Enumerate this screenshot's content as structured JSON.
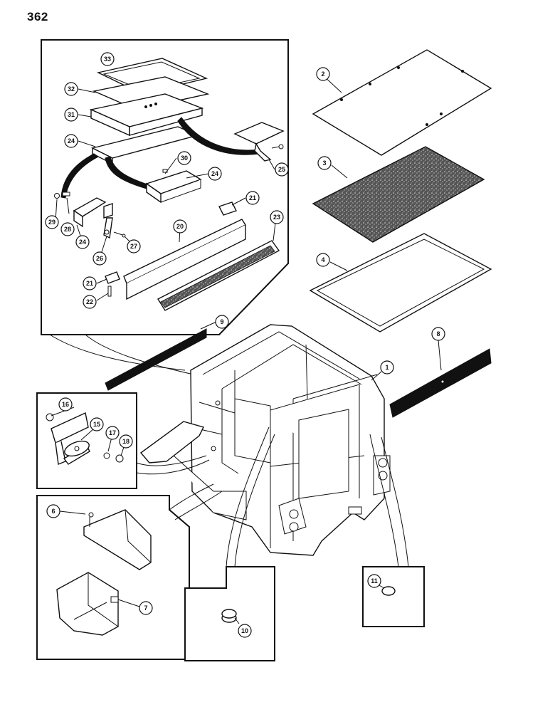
{
  "page_number": "362",
  "colors": {
    "ink": "#111111",
    "paper": "#ffffff",
    "screen_gray": "#8a8a8a"
  },
  "callouts": [
    {
      "id": "c1",
      "label": "1"
    },
    {
      "id": "c2",
      "label": "2"
    },
    {
      "id": "c3",
      "label": "3"
    },
    {
      "id": "c4",
      "label": "4"
    },
    {
      "id": "c6",
      "label": "6"
    },
    {
      "id": "c7",
      "label": "7"
    },
    {
      "id": "c8",
      "label": "8"
    },
    {
      "id": "c9",
      "label": "9"
    },
    {
      "id": "c10",
      "label": "10"
    },
    {
      "id": "c11",
      "label": "11"
    },
    {
      "id": "c15",
      "label": "15"
    },
    {
      "id": "c16",
      "label": "16"
    },
    {
      "id": "c17",
      "label": "17"
    },
    {
      "id": "c18",
      "label": "18"
    },
    {
      "id": "c20",
      "label": "20"
    },
    {
      "id": "c21a",
      "label": "21"
    },
    {
      "id": "c21b",
      "label": "21"
    },
    {
      "id": "c22",
      "label": "22"
    },
    {
      "id": "c23",
      "label": "23"
    },
    {
      "id": "c24a",
      "label": "24"
    },
    {
      "id": "c24b",
      "label": "24"
    },
    {
      "id": "c24c",
      "label": "24"
    },
    {
      "id": "c25",
      "label": "25"
    },
    {
      "id": "c26",
      "label": "26"
    },
    {
      "id": "c27",
      "label": "27"
    },
    {
      "id": "c28",
      "label": "28"
    },
    {
      "id": "c29",
      "label": "29"
    },
    {
      "id": "c30",
      "label": "30"
    },
    {
      "id": "c31",
      "label": "31"
    },
    {
      "id": "c32",
      "label": "32"
    },
    {
      "id": "c33",
      "label": "33"
    }
  ]
}
